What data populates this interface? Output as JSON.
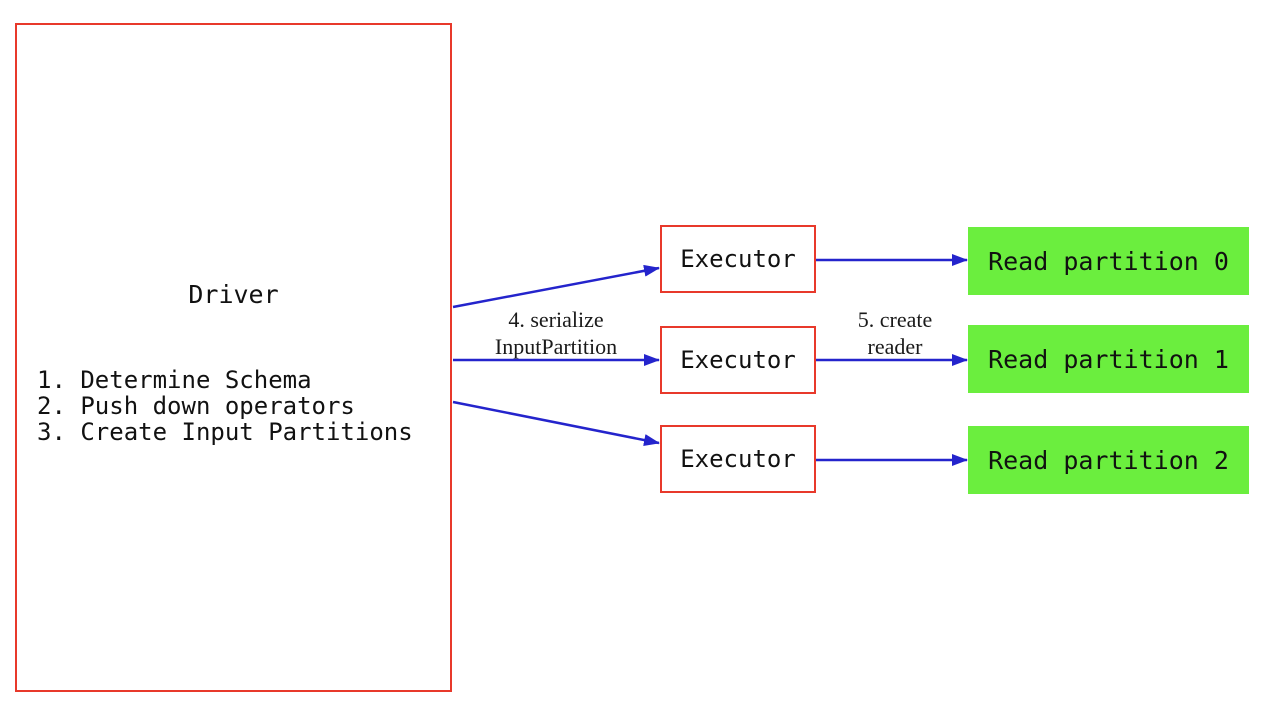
{
  "diagram": {
    "driver": {
      "title": "Driver",
      "steps": "1. Determine Schema\n2. Push down operators\n3. Create Input Partitions"
    },
    "executors": [
      {
        "label": "Executor"
      },
      {
        "label": "Executor"
      },
      {
        "label": "Executor"
      }
    ],
    "partitions": [
      {
        "label": "Read partition 0"
      },
      {
        "label": "Read partition 1"
      },
      {
        "label": "Read partition 2"
      }
    ],
    "edge_labels": {
      "serialize_line1": "4. serialize",
      "serialize_line2": "InputPartition",
      "create_reader_line1": "5. create",
      "create_reader_line2": "reader"
    },
    "colors": {
      "box_border": "#e8392b",
      "arrow": "#2424cc",
      "partition_bg": "#6bee3e",
      "text": "#111111"
    }
  }
}
